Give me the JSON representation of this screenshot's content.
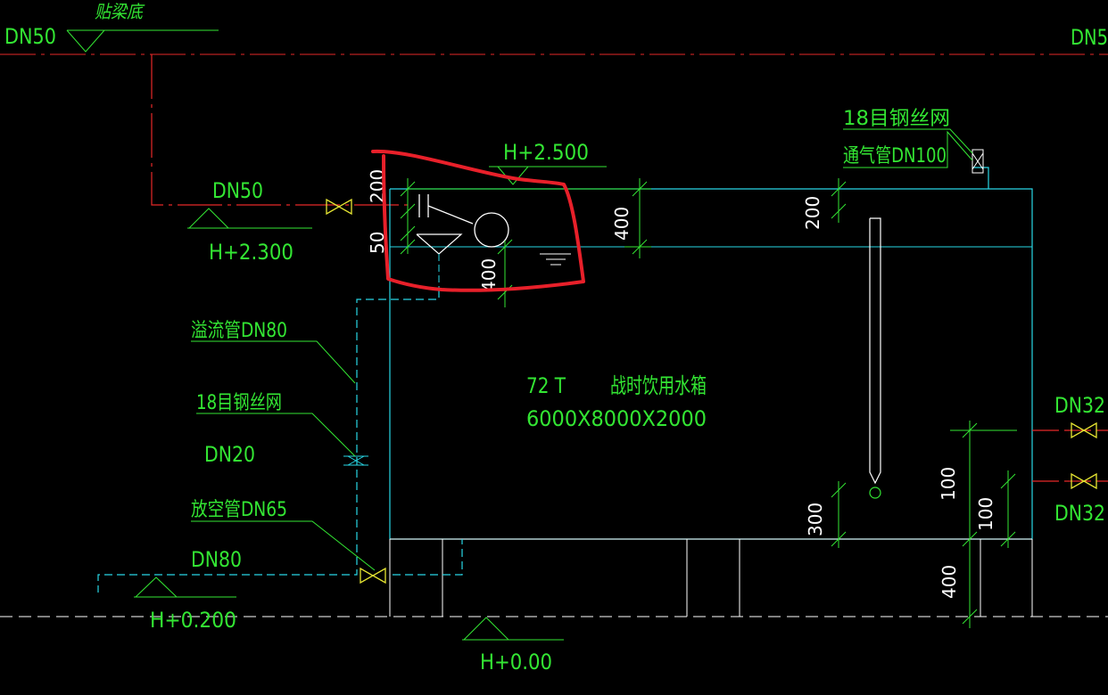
{
  "colors": {
    "background": "#000000",
    "cyan": "#28d7e6",
    "red": "#e62828",
    "green": "#33e633",
    "yellow": "#e6e632",
    "white": "#ffffff",
    "annotation": "#e8202a"
  },
  "labels": {
    "top_left_dn": "DN50",
    "beam_bottom": "贴梁底",
    "top_right_dn": "DN5",
    "inlet_dn": "DN50",
    "inlet_elev": "H+2.300",
    "float_elev": "H+2.500",
    "mesh_top": "18目钢丝网",
    "vent_pipe": "通气管DN100",
    "overflow_pipe": "溢流管DN80",
    "mesh_left": "18目钢丝网",
    "dn20": "DN20",
    "drain_pipe": "放空管DN65",
    "dn80": "DN80",
    "bottom_left_elev": "H+0.200",
    "ground_elev": "H+0.00",
    "tank_capacity": "72 T",
    "tank_name": "战时饮用水箱",
    "tank_size": "6000X8000X2000",
    "outlet_top": "DN32",
    "outlet_bottom": "DN32"
  },
  "dimensions": {
    "d200_left": "200",
    "d50": "50",
    "d400_mid": "400",
    "d400_low": "400",
    "d200_right": "200",
    "d300": "300",
    "d100_a": "100",
    "d100_b": "100",
    "d400_bottom": "400"
  }
}
